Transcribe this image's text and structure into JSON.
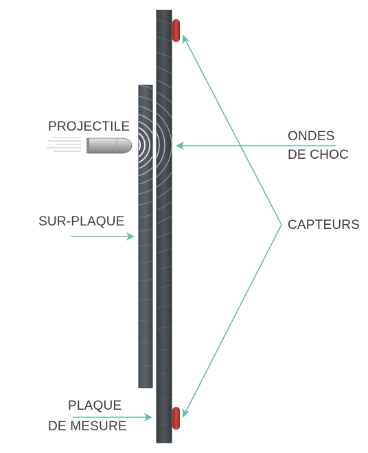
{
  "labels": {
    "projectile": "PROJECTILE",
    "shock_waves_line1": "ONDES",
    "shock_waves_line2": "DE CHOC",
    "over_plate": "SUR-PLAQUE",
    "sensors": "CAPTEURS",
    "measuring_plate_line1": "PLAQUE",
    "measuring_plate_line2": "DE MESURE"
  },
  "colors": {
    "arrow": "#5fbfaa",
    "plate_dark": "#3b4046",
    "plate_mid": "#5a6168",
    "sensor": "#c0352b",
    "text": "#3a3a3a"
  }
}
